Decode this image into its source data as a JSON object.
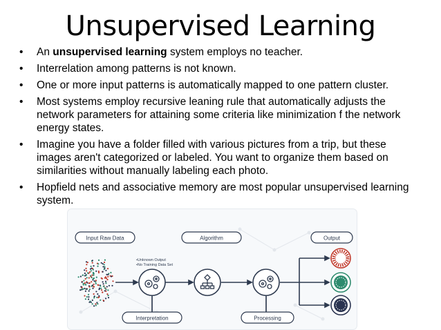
{
  "slide": {
    "title": "Unsupervised Learning",
    "bullets": [
      {
        "pre": "An ",
        "bold": "unsupervised learning",
        "post": " system employs no teacher."
      },
      {
        "pre": "Interrelation among patterns is not known.",
        "bold": "",
        "post": ""
      },
      {
        "pre": "One or more input patterns is automatically mapped to one pattern cluster.",
        "bold": "",
        "post": ""
      },
      {
        "pre": "Most systems employ recursive leaning rule that automatically adjusts the network parameters for attaining some criteria like minimization f the network energy states.",
        "bold": "",
        "post": ""
      },
      {
        "pre": "Imagine you have a folder filled with various pictures from a trip, but these images aren't categorized or labeled. You want to organize them based on similarities without manually labeling each photo.",
        "bold": "",
        "post": ""
      },
      {
        "pre": "Hopfield nets and associative memory are most popular unsupervised learning system.",
        "bold": "",
        "post": ""
      }
    ]
  },
  "diagram": {
    "labels": {
      "input": "Input Raw Data",
      "algorithm": "Algorithm",
      "output": "Output",
      "interpretation": "Interpretation",
      "processing": "Processing",
      "note1": "•Unknown Output",
      "note2": "•No Training Data Set"
    },
    "colors": {
      "frame": "#2e3a4f",
      "red": "#c0392b",
      "green": "#2e8b6e",
      "navy": "#2a3350"
    }
  }
}
